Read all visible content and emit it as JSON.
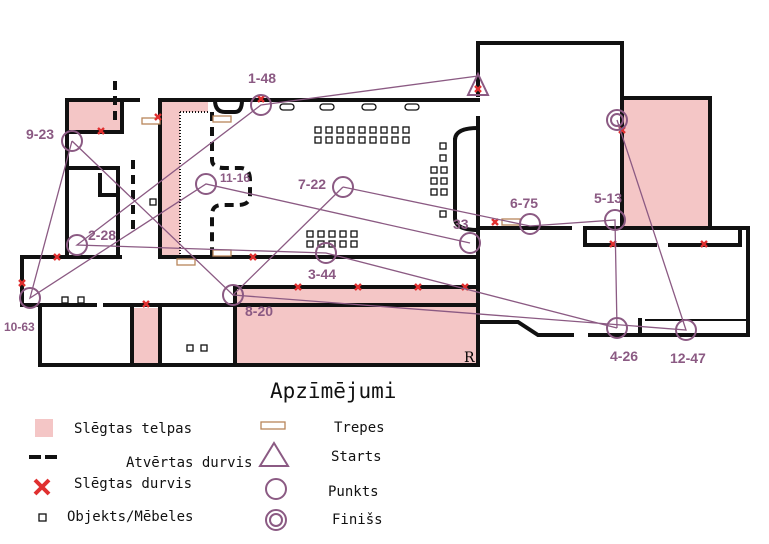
{
  "map": {
    "points": [
      {
        "id": "start",
        "label": ""
      },
      {
        "id": "p1",
        "label": "1-48"
      },
      {
        "id": "p2",
        "label": "2-28"
      },
      {
        "id": "p3",
        "label": "3-44"
      },
      {
        "id": "p4",
        "label": "4-26"
      },
      {
        "id": "p5",
        "label": "5-13"
      },
      {
        "id": "p6",
        "label": "6-75"
      },
      {
        "id": "p7",
        "label": "7-22"
      },
      {
        "id": "p8",
        "label": "8-20"
      },
      {
        "id": "p9",
        "label": "9-23"
      },
      {
        "id": "p10",
        "label": "10-63"
      },
      {
        "id": "p11",
        "label": "11-16"
      },
      {
        "id": "p12",
        "label": "12-47"
      },
      {
        "id": "p33",
        "label": "33"
      }
    ],
    "room_marker": "R"
  },
  "legend": {
    "title": "Apzīmējumi",
    "items": {
      "closed_rooms": "Slēgtas telpas",
      "open_doors": "Atvērtas durvis",
      "closed_doors": "Slēgtas durvis",
      "objects": "Objekts/Mēbeles",
      "stairs": "Trepes",
      "start": "Starts",
      "point": "Punkts",
      "finish": "Finišs"
    }
  },
  "colors": {
    "route": "#8b5a83",
    "closed": "#f4c6c6",
    "door_x": "#e03030"
  }
}
